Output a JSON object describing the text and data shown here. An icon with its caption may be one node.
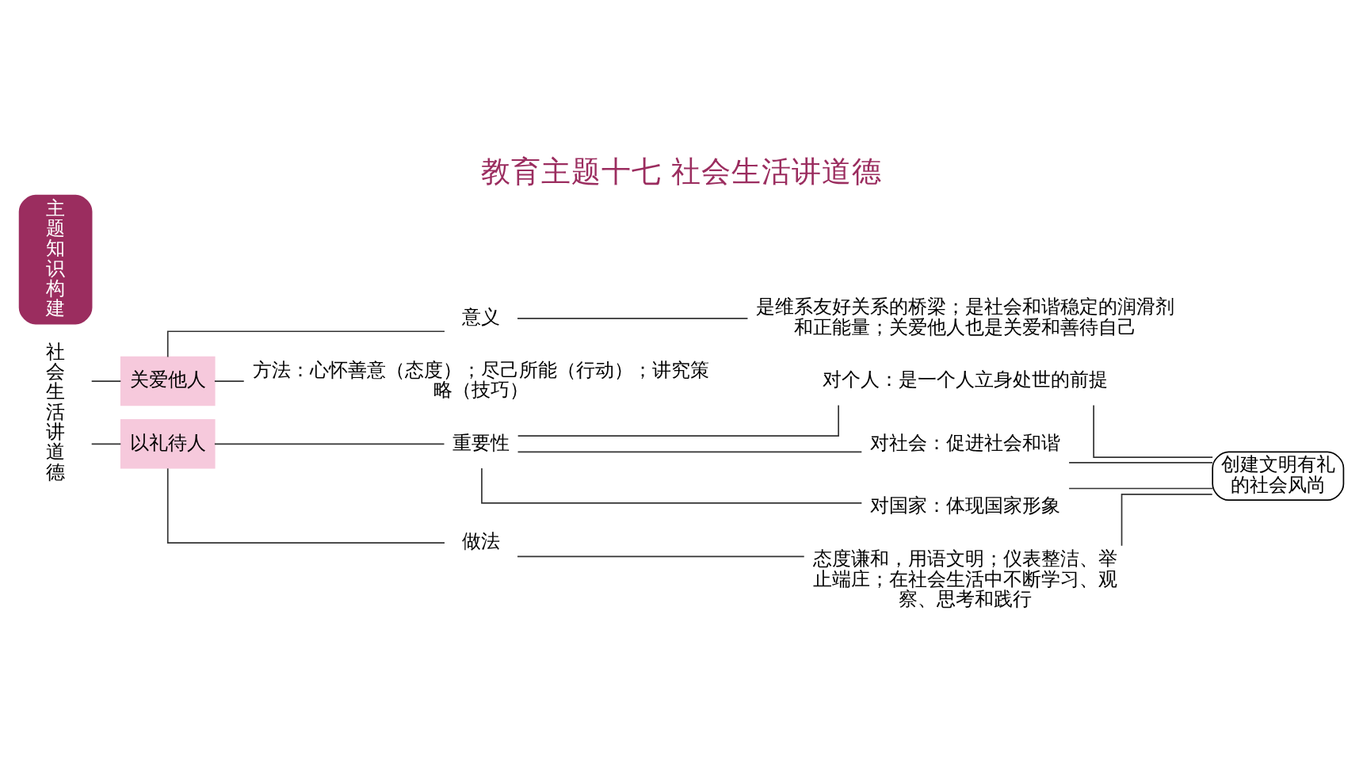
{
  "diagram": {
    "title": "教育主题十七 社会生活讲道德",
    "nodes": [
      {
        "text": [
          "主题知识构建"
        ]
      },
      {
        "text": [
          "社会生活讲道德"
        ]
      },
      {
        "text": [
          "关爱他人"
        ]
      },
      {
        "text": [
          "以礼待人"
        ]
      },
      {
        "text": [
          "意义"
        ]
      },
      {
        "text": [
          "是维系友好关系的桥梁；是社会和谐稳定的润滑剂和正能量；关爱他人也是关爱和善待自己"
        ]
      },
      {
        "text": [
          "方法：心怀善意（态度）；尽己所能（行动）；讲究策略（技巧）"
        ]
      },
      {
        "text": [
          "重要性"
        ]
      },
      {
        "text": [
          "对个人：是一个人立身处世的前提"
        ]
      },
      {
        "text": [
          "对社会：促进社会和谐"
        ]
      },
      {
        "text": [
          "对国家：体现国家形象"
        ]
      },
      {
        "text": [
          "做法"
        ]
      },
      {
        "text": [
          "态度谦和，用语文明；仪表整洁、举止端庄；在社会生活中不断学习、观察、思考和践行"
        ]
      },
      {
        "text": [
          "创建文明有礼的社会风尚"
        ]
      }
    ],
    "edges": [
      {
        "from": 1,
        "to": 2,
        "arrow": "none"
      },
      {
        "from": 1,
        "to": 3,
        "arrow": "none"
      },
      {
        "from": 2,
        "to": 4,
        "arrow": "none"
      },
      {
        "from": 4,
        "to": 5,
        "arrow": "none"
      },
      {
        "from": 2,
        "to": 6,
        "arrow": "none"
      },
      {
        "from": 3,
        "to": 7,
        "arrow": "none"
      },
      {
        "from": 7,
        "to": 8,
        "arrow": "none"
      },
      {
        "from": 7,
        "to": 9,
        "arrow": "none"
      },
      {
        "from": 7,
        "to": 10,
        "arrow": "none"
      },
      {
        "from": 3,
        "to": 11,
        "arrow": "none"
      },
      {
        "from": 11,
        "to": 12,
        "arrow": "none"
      },
      {
        "from": 8,
        "to": 13,
        "arrow": "none"
      },
      {
        "from": 9,
        "to": 13,
        "arrow": "none"
      },
      {
        "from": 10,
        "to": 13,
        "arrow": "none"
      },
      {
        "from": 12,
        "to": 13,
        "arrow": "none"
      }
    ]
  }
}
